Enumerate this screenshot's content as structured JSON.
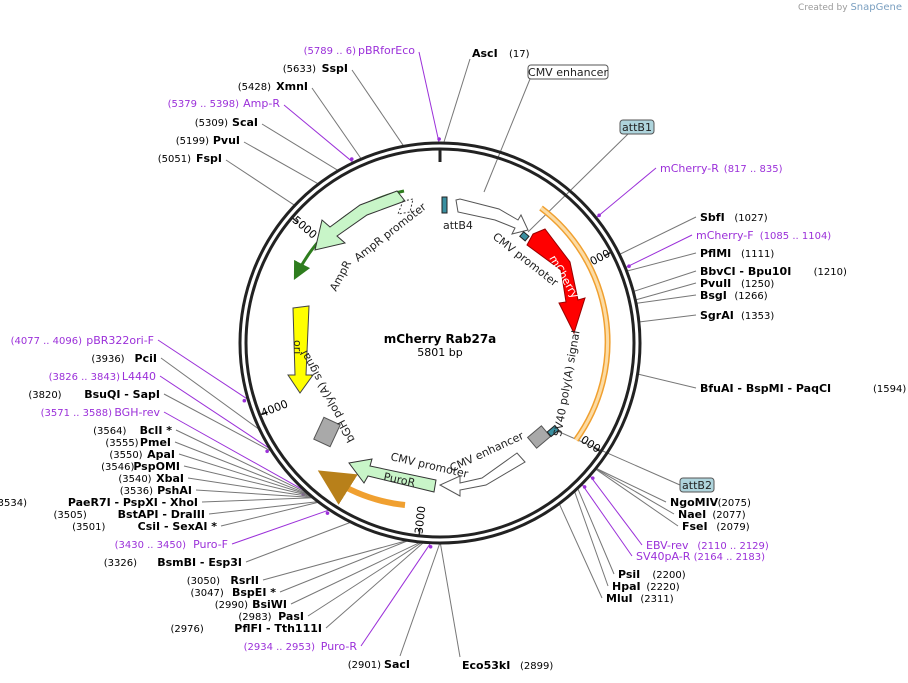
{
  "brand": {
    "created_by": "Created by",
    "app": "SnapGene"
  },
  "plasmid": {
    "name": "mCherry Rab27a",
    "length_label": "5801 bp"
  },
  "ticks": [
    "1000",
    "2000",
    "3000",
    "4000",
    "5000"
  ],
  "features": {
    "attB4": "attB4",
    "cmv_promoter_top": "CMV promoter",
    "mcherry": "mCherry",
    "sv40": "SV40 poly(A) signal",
    "cmv_enhancer_bottom": "CMV enhancer",
    "cmv_promoter_bottom": "CMV promoter",
    "puror": "PuroR",
    "bgh": "bGH poly(A) signal",
    "ori": "ori",
    "ampr": "AmpR",
    "ampr_promoter": "AmpR promoter",
    "cmv_enhancer_box": "CMV enhancer",
    "attB1_box": "attB1",
    "attB2_box": "attB2"
  },
  "labels_right": [
    {
      "name": "mCherry-R",
      "pos": "(817 .. 835)",
      "kind": "primer"
    },
    {
      "name": "SbfI",
      "pos": "(1027)",
      "kind": "enzyme"
    },
    {
      "name": "mCherry-F",
      "pos": "(1085 .. 1104)",
      "kind": "primer"
    },
    {
      "name": "PflMI",
      "pos": "(1111)",
      "kind": "enzyme"
    },
    {
      "name": "BbvCI   - Bpu10I",
      "pos": "(1210)",
      "kind": "enzyme"
    },
    {
      "name": "PvuII",
      "pos": "(1250)",
      "kind": "enzyme"
    },
    {
      "name": "BsgI",
      "pos": "(1266)",
      "kind": "enzyme"
    },
    {
      "name": "SgrAI",
      "pos": "(1353)",
      "kind": "enzyme"
    },
    {
      "name": "BfuAI   - BspMI   - PaqCI",
      "pos": "(1594)",
      "kind": "enzyme"
    },
    {
      "name": "NgoMIV",
      "pos": "(2075)",
      "kind": "enzyme"
    },
    {
      "name": "NaeI",
      "pos": "(2077)",
      "kind": "enzyme"
    },
    {
      "name": "FseI",
      "pos": "(2079)",
      "kind": "enzyme"
    },
    {
      "name": "EBV-rev",
      "pos": "(2110 .. 2129)",
      "kind": "primer"
    },
    {
      "name": "SV40pA-R",
      "pos": "(2164 .. 2183)",
      "kind": "primer"
    },
    {
      "name": "PsiI",
      "pos": "(2200)",
      "kind": "enzyme"
    },
    {
      "name": "HpaI",
      "pos": "(2220)",
      "kind": "enzyme"
    },
    {
      "name": "MluI",
      "pos": "(2311)",
      "kind": "enzyme"
    }
  ],
  "labels_top": [
    {
      "name": "pBRforEco",
      "pos": "(5789 .. 6)",
      "kind": "primer"
    },
    {
      "name": "AscI",
      "pos": "(17)",
      "kind": "enzyme"
    },
    {
      "name": "SspI",
      "pos": "(5633)",
      "kind": "enzyme"
    },
    {
      "name": "XmnI",
      "pos": "(5428)",
      "kind": "enzyme"
    },
    {
      "name": "Amp-R",
      "pos": "(5379 .. 5398)",
      "kind": "primer"
    },
    {
      "name": "ScaI",
      "pos": "(5309)",
      "kind": "enzyme"
    },
    {
      "name": "PvuI",
      "pos": "(5199)",
      "kind": "enzyme"
    },
    {
      "name": "FspI",
      "pos": "(5051)",
      "kind": "enzyme"
    }
  ],
  "labels_left": [
    {
      "name": "pBR322ori-F",
      "pos": "(4077 .. 4096)",
      "kind": "primer"
    },
    {
      "name": "PciI",
      "pos": "(3936)",
      "kind": "enzyme"
    },
    {
      "name": "L4440",
      "pos": "(3826 .. 3843)",
      "kind": "primer"
    },
    {
      "name": "BsuQI   - SapI",
      "pos": "(3820)",
      "kind": "enzyme"
    },
    {
      "name": "BGH-rev",
      "pos": "(3571 .. 3588)",
      "kind": "primer"
    },
    {
      "name": "BclI *",
      "pos": "(3564)",
      "kind": "enzyme"
    },
    {
      "name": "PmeI",
      "pos": "(3555)",
      "kind": "enzyme"
    },
    {
      "name": "ApaI",
      "pos": "(3550)",
      "kind": "enzyme"
    },
    {
      "name": "PspOMI",
      "pos": "(3546)",
      "kind": "enzyme"
    },
    {
      "name": "XbaI",
      "pos": "(3540)",
      "kind": "enzyme"
    },
    {
      "name": "PshAI",
      "pos": "(3536)",
      "kind": "enzyme"
    },
    {
      "name": "PaeR7I   - PspXI   - XhoI",
      "pos": "(3534)",
      "kind": "enzyme"
    },
    {
      "name": "BstAPI   - DraIII",
      "pos": "(3505)",
      "kind": "enzyme"
    },
    {
      "name": "CsiI   - SexAI *",
      "pos": "(3501)",
      "kind": "enzyme"
    },
    {
      "name": "Puro-F",
      "pos": "(3430 .. 3450)",
      "kind": "primer"
    },
    {
      "name": "BsmBI   - Esp3I",
      "pos": "(3326)",
      "kind": "enzyme"
    },
    {
      "name": "RsrII",
      "pos": "(3050)",
      "kind": "enzyme"
    },
    {
      "name": "BspEI *",
      "pos": "(3047)",
      "kind": "enzyme"
    },
    {
      "name": "BsiWI",
      "pos": "(2990)",
      "kind": "enzyme"
    },
    {
      "name": "PasI",
      "pos": "(2983)",
      "kind": "enzyme"
    },
    {
      "name": "PflFI   - Tth111I",
      "pos": "(2976)",
      "kind": "enzyme"
    },
    {
      "name": "Puro-R",
      "pos": "(2934 .. 2953)",
      "kind": "primer"
    }
  ],
  "labels_bottom": [
    {
      "name": "SacI",
      "pos": "(2901)",
      "kind": "enzyme"
    },
    {
      "name": "Eco53kI",
      "pos": "(2899)",
      "kind": "enzyme"
    }
  ],
  "colors": {
    "backbone": "#222222",
    "primer": "#9b30d9",
    "mcherry": "#ff0000",
    "ori": "#ffff00",
    "green_feature": "#c8f5c8",
    "green_dark": "#2e7d1e",
    "orange_arc": "#f0a030",
    "grey_feature": "#a9a9a9",
    "att_box": "#aed4dc"
  }
}
